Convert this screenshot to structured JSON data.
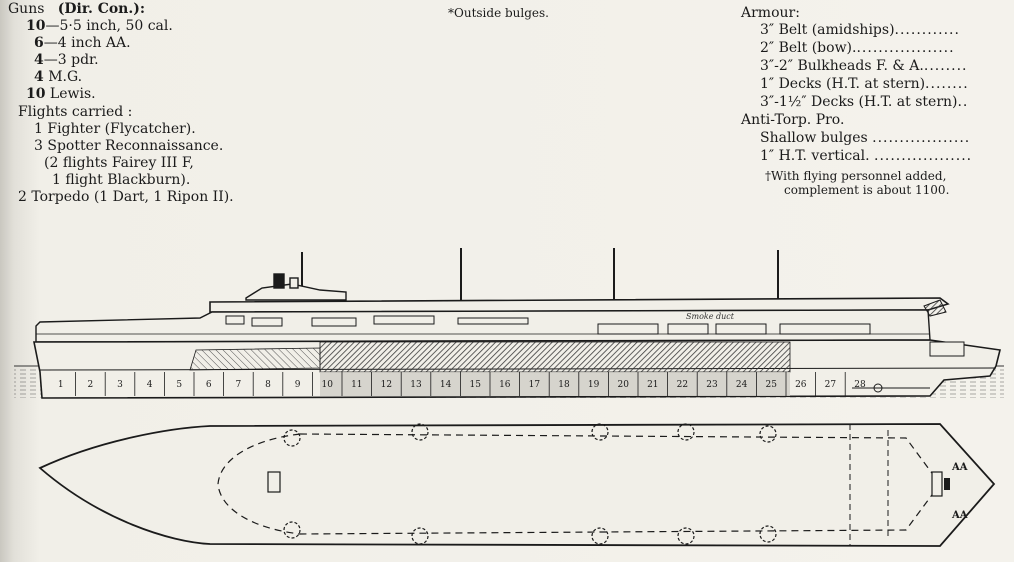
{
  "guns": {
    "heading_a": "Guns",
    "heading_b": "(Dir. Con.):",
    "items": [
      {
        "count": "10",
        "desc": "—5·5 inch, 50 cal."
      },
      {
        "count": "6",
        "desc": "—4 inch AA."
      },
      {
        "count": "4",
        "desc": "—3 pdr."
      },
      {
        "count": "4",
        "desc": " M.G."
      },
      {
        "count": "10",
        "desc": " Lewis."
      }
    ]
  },
  "flights": {
    "heading": "Flights carried :",
    "lines": [
      "1 Fighter (Flycatcher).",
      "3 Spotter Reconnaissance.",
      "(2 flights Fairey III F,",
      "1 flight Blackburn).",
      "2 Torpedo (1 Dart, 1 Ripon II)."
    ]
  },
  "center_note": "*Outside bulges.",
  "armour": {
    "heading": "Armour:",
    "items": [
      {
        "label": "3″ Belt (amidships)",
        "dots": "............"
      },
      {
        "label": "2″ Belt (bow).",
        "dots": ".................."
      },
      {
        "label": "3″-2″ Bulkheads F. & A.",
        "dots": "........"
      },
      {
        "label": "1″ Decks (H.T. at stern)",
        "dots": "........"
      },
      {
        "label": "3″-1½″ Decks (H.T. at stern)",
        "dots": ".."
      }
    ]
  },
  "anti_torp": {
    "heading": "Anti-Torp. Pro.",
    "items": [
      {
        "label": "Shallow bulges",
        "dots": ".................."
      },
      {
        "label": "1″ H.T. vertical.",
        "dots": ".................."
      }
    ]
  },
  "complement_note": {
    "line1": "†With flying personnel added,",
    "line2": "complement is about 1100."
  },
  "profile": {
    "smoke_duct_label": "Smoke duct",
    "section_numbers": [
      "1",
      "2",
      "3",
      "4",
      "5",
      "6",
      "7",
      "8",
      "9",
      "10",
      "11",
      "12",
      "13",
      "14",
      "15",
      "16",
      "17",
      "18",
      "19",
      "20",
      "21",
      "22",
      "23",
      "24",
      "25",
      "26",
      "27",
      "28"
    ],
    "gun_marks": [
      "AA",
      "AA"
    ]
  },
  "colors": {
    "paper": "#f1efe8",
    "ink": "#1b1b1b",
    "armour_hatch": "#3a3a3a"
  }
}
